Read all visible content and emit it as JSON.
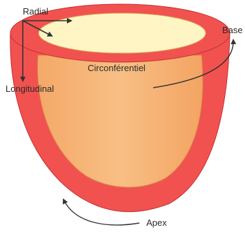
{
  "labels": {
    "radial": "Radial",
    "base": "Base",
    "circumferential": "Circonférentiel",
    "longitudinal": "Longitudinal",
    "apex": "Apex"
  },
  "colors": {
    "wall": "#f15250",
    "wall_outline": "#c23030",
    "cavity": "#f7b77a",
    "cavity_outline": "#d9884a",
    "rim_inner": "#fff5c4",
    "arrow": "#333333",
    "text": "#2a2a2a",
    "background": "#ffffff"
  }
}
